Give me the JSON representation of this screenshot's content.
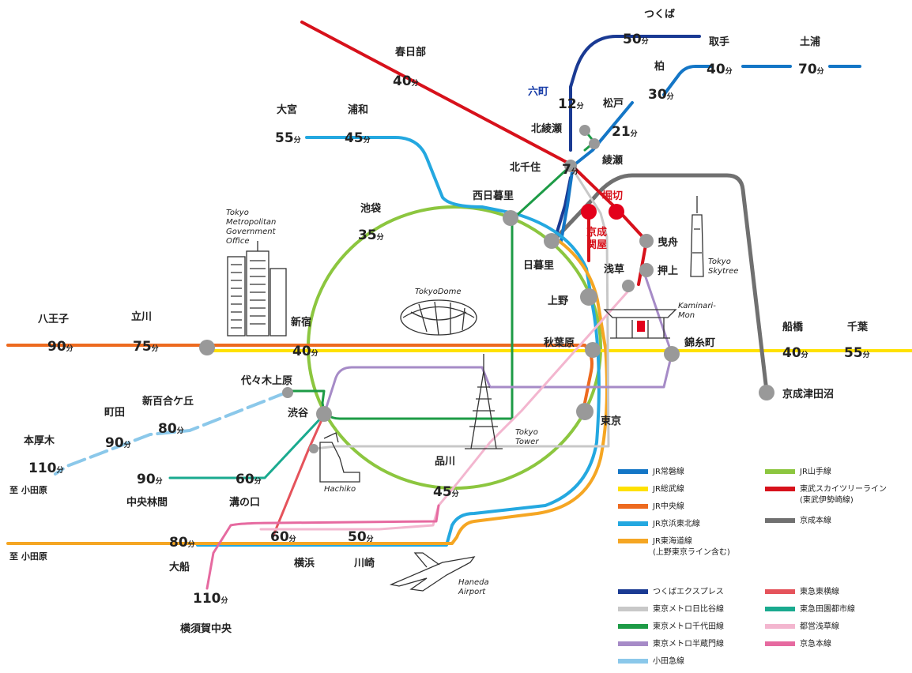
{
  "colors": {
    "joban": "#1476c6",
    "sobu": "#ffe100",
    "chuo": "#ed6a1f",
    "keihin": "#24a8e0",
    "tokaido": "#f5a623",
    "yamanote": "#8cc63f",
    "tobu": "#d7111b",
    "keisei": "#707070",
    "tsukuba": "#1a3a93",
    "hibiya": "#c8c8c8",
    "chiyoda": "#1d9b46",
    "hanzomon": "#a68bc7",
    "odakyu": "#8bc8ea",
    "toyoko": "#e5535b",
    "denentoshi": "#1aaa8f",
    "asakusa": "#f3b6cf",
    "keikyu": "#e66aa0",
    "station": "#999999",
    "keisei_station": "#e3001b"
  },
  "stations": {
    "kasukabe": "春日部",
    "omiya": "大宮",
    "urawa": "浦和",
    "ikebukuro": "池袋",
    "rokucho": "六町",
    "kitaayase": "北綾瀬",
    "ayase": "綾瀬",
    "kitasenju": "北千住",
    "nishinippori": "西日暮里",
    "nippori": "日暮里",
    "ueno": "上野",
    "akihabara": "秋葉原",
    "tokyo": "東京",
    "shinagawa": "品川",
    "shinjuku": "新宿",
    "yoyogiuehara": "代々木上原",
    "shibuya": "渋谷",
    "horikiri": "堀切",
    "keisei_sekiya": "京成\n関屋",
    "hikifune": "曳舟",
    "oshiage": "押上",
    "asakusa": "浅草",
    "kinshicho": "錦糸町",
    "matsudo": "松戸",
    "kashiwa": "柏",
    "toride": "取手",
    "tsuchiura": "土浦",
    "tsukuba": "つくば",
    "funabashi": "船橋",
    "chiba": "千葉",
    "keisei_tsudanuma": "京成津田沼",
    "hachioji": "八王子",
    "tachikawa": "立川",
    "machida": "町田",
    "shinyurigaoka": "新百合ケ丘",
    "honatsugi": "本厚木",
    "chuorinkan": "中央林間",
    "mizonokuchi": "溝の口",
    "yokohama": "横浜",
    "kawasaki": "川崎",
    "ofuna": "大船",
    "yokosukachuo": "横須賀中央",
    "to_odawara_1": "至 小田原",
    "to_odawara_2": "至 小田原"
  },
  "times": {
    "kasukabe": "40",
    "omiya": "55",
    "urawa": "45",
    "ikebukuro": "35",
    "rokucho": "12",
    "ayase": "21",
    "kitasenju": "7",
    "shinjuku": "40",
    "shinagawa": "45",
    "kashiwa": "30",
    "toride": "40",
    "tsuchiura": "70",
    "tsukuba": "50",
    "funabashi": "40",
    "chiba": "55",
    "hachioji": "90",
    "tachikawa": "75",
    "machida": "90",
    "shinyurigaoka": "80",
    "honatsugi": "110",
    "chuorinkan": "90",
    "mizonokuchi": "60",
    "yokohama": "60",
    "kawasaki": "50",
    "ofuna": "80",
    "yokosukachuo": "110"
  },
  "unit": "分",
  "landmarks": {
    "tmg": "Tokyo\nMetropolitan\nGovernment\nOffice",
    "dome": "TokyoDome",
    "skytree": "Tokyo\nSkytree",
    "kaminarimon": "Kaminari-\nMon",
    "tower": "Tokyo\nTower",
    "hachiko": "Hachiko",
    "haneda": "Haneda\nAirport"
  },
  "legend": [
    {
      "key": "joban",
      "label": "JR常磐線"
    },
    {
      "key": "sobu",
      "label": "JR総武線"
    },
    {
      "key": "chuo",
      "label": "JR中央線"
    },
    {
      "key": "keihin",
      "label": "JR京浜東北線"
    },
    {
      "key": "tokaido",
      "label": "JR東海道線\n(上野東京ライン含む)"
    },
    {
      "key": "yamanote",
      "label": "JR山手線"
    },
    {
      "key": "tobu",
      "label": "東武スカイツリーライン\n(東武伊勢崎線)"
    },
    {
      "key": "keisei",
      "label": "京成本線"
    },
    {
      "key": "tsukuba",
      "label": "つくばエクスプレス"
    },
    {
      "key": "hibiya",
      "label": "東京メトロ日比谷線"
    },
    {
      "key": "chiyoda",
      "label": "東京メトロ千代田線"
    },
    {
      "key": "hanzomon",
      "label": "東京メトロ半蔵門線"
    },
    {
      "key": "odakyu",
      "label": "小田急線"
    },
    {
      "key": "toyoko",
      "label": "東急東横線"
    },
    {
      "key": "denentoshi",
      "label": "東急田園都市線"
    },
    {
      "key": "asakusa",
      "label": "都営浅草線"
    },
    {
      "key": "keikyu",
      "label": "京急本線"
    }
  ]
}
